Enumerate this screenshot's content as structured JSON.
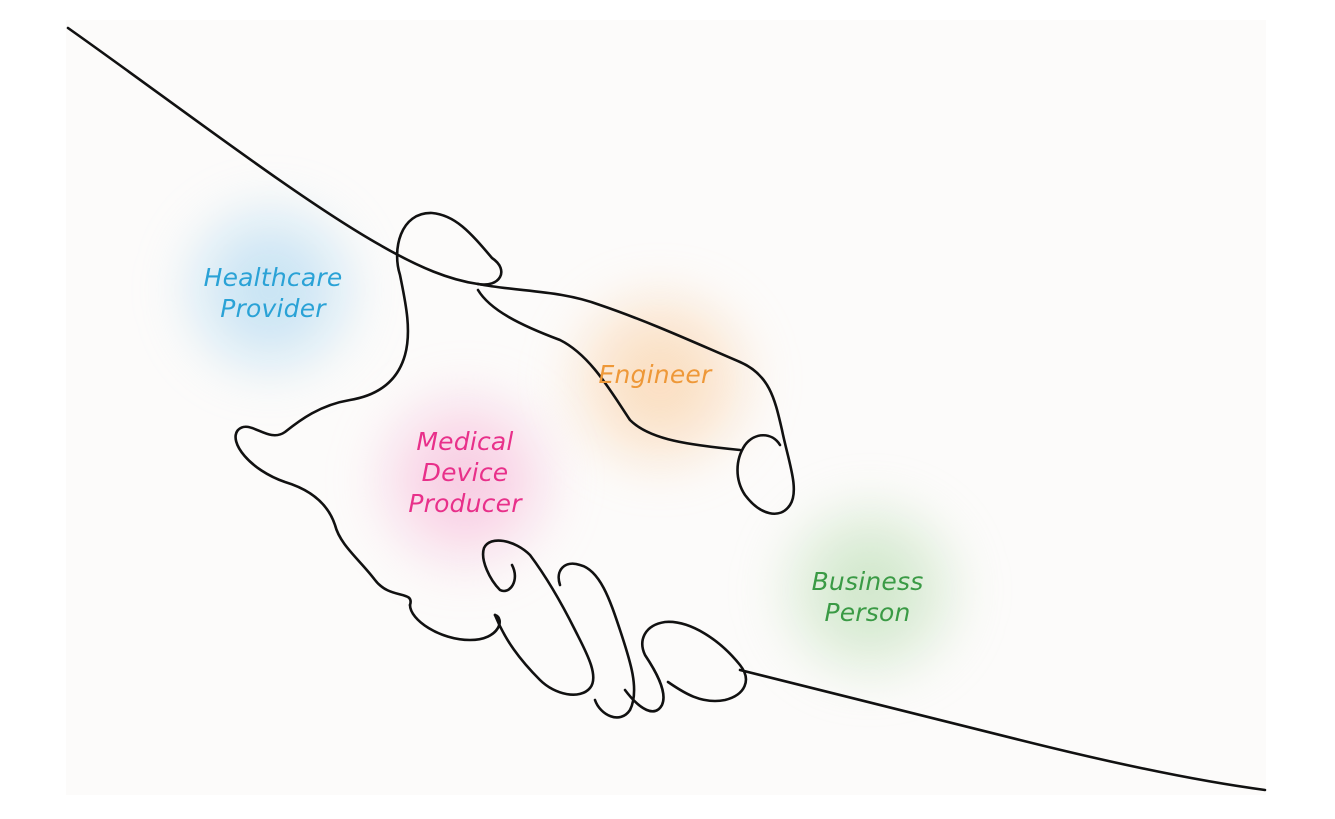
{
  "roles": {
    "healthcare_provider": {
      "lines": [
        "Healthcare",
        "Provider"
      ],
      "color": "#2aa2d6"
    },
    "engineer": {
      "lines": [
        "Engineer"
      ],
      "color": "#ee9838"
    },
    "medical_device_producer": {
      "lines": [
        "Medical",
        "Device",
        "Producer"
      ],
      "color": "#e8308a"
    },
    "business_person": {
      "lines": [
        "Business",
        "Person"
      ],
      "color": "#3a9a45"
    }
  },
  "colors": {
    "line_art": "#111111",
    "background": "#fcfbfa"
  },
  "illustration": {
    "icon": "handshake-line-art-icon"
  }
}
